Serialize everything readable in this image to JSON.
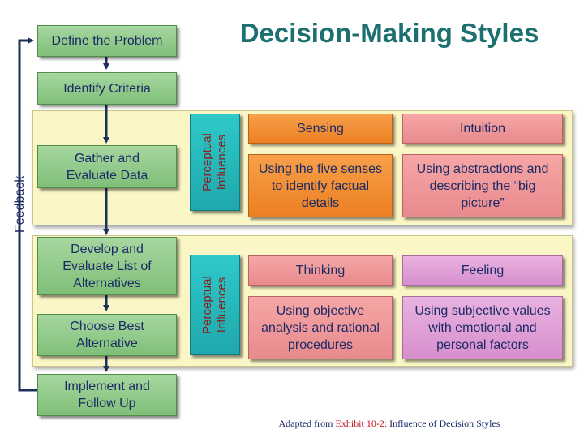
{
  "title": "Decision-Making Styles",
  "steps": [
    "Define the Problem",
    "Identify Criteria",
    "Gather and\nEvaluate Data",
    "Develop and\nEvaluate List of\nAlternatives",
    "Choose Best\nAlternative",
    "Implement and\nFollow Up"
  ],
  "feedback_label": "Feedback",
  "perceptual_label": "Perceptual\nInfluences",
  "styles": {
    "sensing": {
      "label": "Sensing",
      "description": "Using the five senses to identify factual details"
    },
    "intuition": {
      "label": "Intuition",
      "description": "Using abstractions and describing the “big picture”"
    },
    "thinking": {
      "label": "Thinking",
      "description": "Using objective analysis and rational procedures"
    },
    "feeling": {
      "label": "Feeling",
      "description": "Using subjective values with emotional and personal factors"
    }
  },
  "credit": {
    "prefix": "Adapted from ",
    "exhibit": "Exhibit 10-2:",
    "suffix": " Influence of Decision Styles"
  },
  "colors": {
    "title": "#1c7070",
    "step_fill": "#8fc889",
    "perceptual_fill": "#25b9bc",
    "sensing_fill": "#ef8a2e",
    "intuition_fill": "#ee9a9c",
    "feeling_fill": "#dc9ad3",
    "band_fill": "#fbf6c6",
    "connector": "#1c2f5a"
  }
}
